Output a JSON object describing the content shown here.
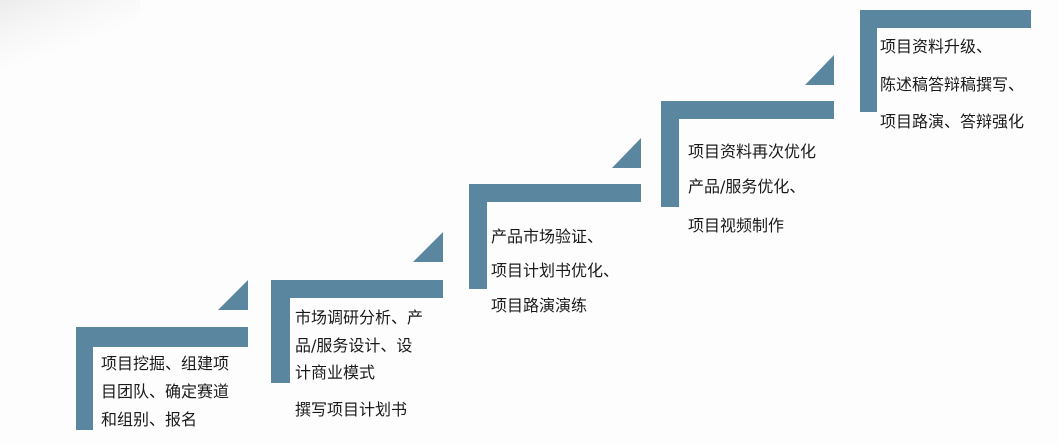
{
  "accent_color": "#5b86a0",
  "steps": [
    {
      "lines": [
        "项目挖掘、组建项",
        "目团队、确定赛道",
        "和组别、报名"
      ]
    },
    {
      "lines": [
        "市场调研分析、产",
        "品/服务设计、设",
        "计商业模式",
        "撰写项目计划书"
      ]
    },
    {
      "lines": [
        "产品市场验证、",
        "项目计划书优化、",
        "项目路演演练"
      ]
    },
    {
      "lines": [
        "项目资料再次优化",
        "产品/服务优化、",
        "项目视频制作"
      ]
    },
    {
      "lines": [
        "项目资料升级、",
        "陈述稿答辩稿撰写、",
        "项目路演、答辩强化"
      ]
    }
  ]
}
